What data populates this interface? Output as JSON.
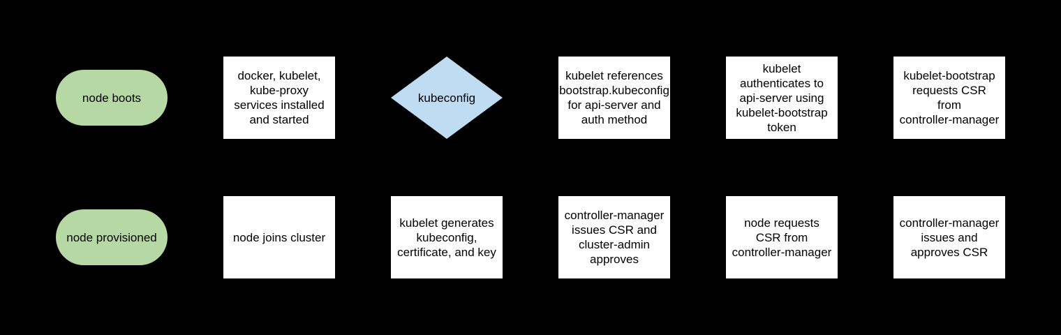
{
  "diagram": {
    "background": "#000000",
    "colors": {
      "terminator_fill": "#b6d8a5",
      "process_fill": "#ffffff",
      "decision_fill": "#bfdcf3",
      "text": "#000000"
    },
    "nodes": [
      {
        "id": "node-boots",
        "shape": "terminator",
        "label": "node boots"
      },
      {
        "id": "services-installed",
        "shape": "process",
        "label": "docker, kubelet,\nkube-proxy\nservices installed\nand started"
      },
      {
        "id": "kubeconfig",
        "shape": "decision",
        "label": "kubeconfig"
      },
      {
        "id": "kubelet-references",
        "shape": "process",
        "label": "kubelet references\nbootstrap.kubeconfig\nfor api-server and\nauth method"
      },
      {
        "id": "kubelet-authenticates",
        "shape": "process",
        "label": "kubelet\nauthenticates to\napi-server using\nkubelet-bootstrap\ntoken"
      },
      {
        "id": "kubelet-bootstrap-csr",
        "shape": "process",
        "label": "kubelet-bootstrap\nrequests CSR\nfrom\ncontroller-manager"
      },
      {
        "id": "node-provisioned",
        "shape": "terminator",
        "label": "node provisioned"
      },
      {
        "id": "node-joins-cluster",
        "shape": "process",
        "label": "node joins cluster"
      },
      {
        "id": "kubelet-generates",
        "shape": "process",
        "label": "kubelet generates\nkubeconfig,\ncertificate, and key"
      },
      {
        "id": "cm-issues-csr",
        "shape": "process",
        "label": "controller-manager\nissues CSR and\ncluster-admin\napproves"
      },
      {
        "id": "node-requests-csr",
        "shape": "process",
        "label": "node requests\nCSR from\ncontroller-manager"
      },
      {
        "id": "cm-issues-approves",
        "shape": "process",
        "label": "controller-manager\nissues and\napproves CSR"
      }
    ]
  }
}
